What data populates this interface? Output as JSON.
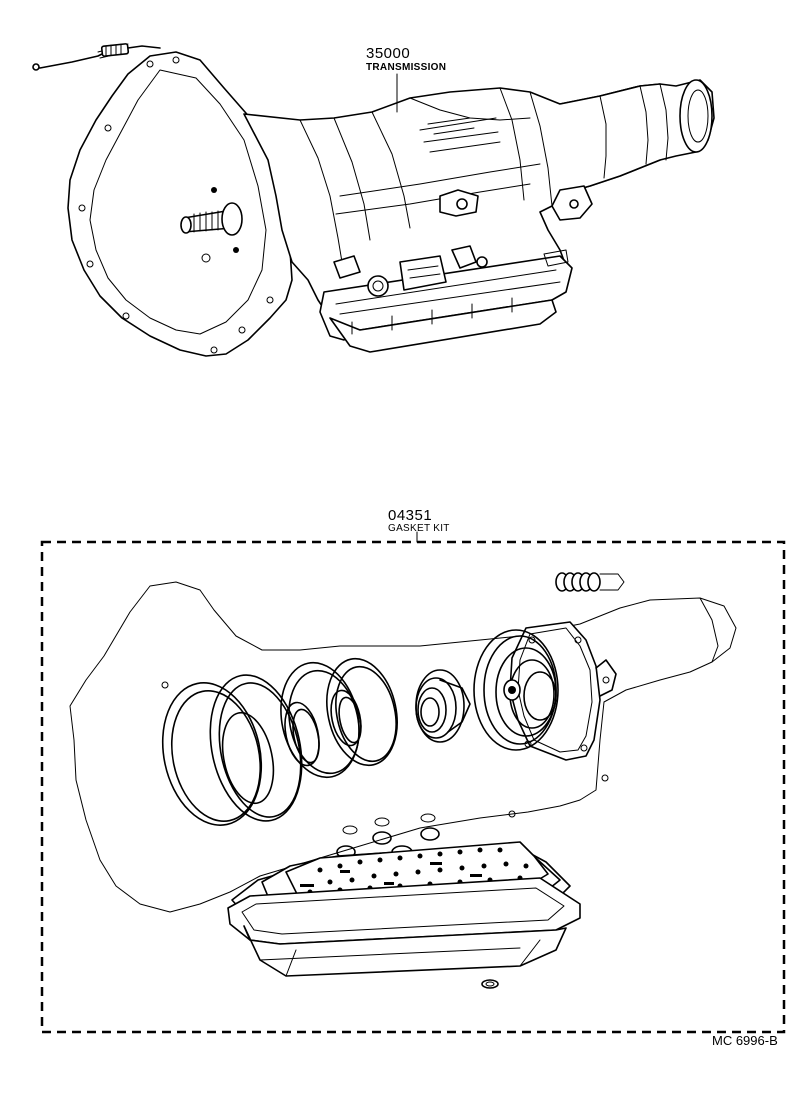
{
  "callouts": {
    "transmission": {
      "number": "35000",
      "name": "TRANSMISSION"
    },
    "gasket_kit": {
      "number": "04351",
      "name": "GASKET KIT"
    }
  },
  "figure_code": "MC 6996-B",
  "colors": {
    "ink": "#000000",
    "paper": "#ffffff"
  }
}
